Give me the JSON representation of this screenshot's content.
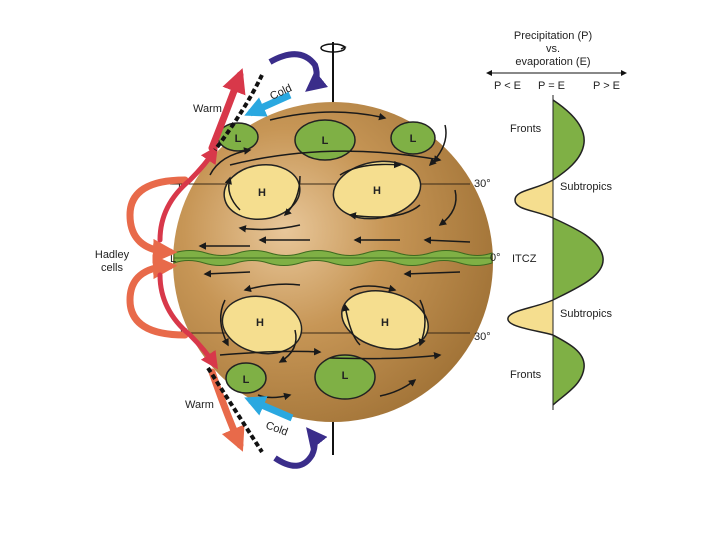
{
  "panel": {
    "title_line1": "Precipitation (P)",
    "title_line2": "vs.",
    "title_line3": "evaporation (E)",
    "left_label": "P < E",
    "mid_label": "P = E",
    "right_label": "P > E",
    "zones": [
      "Fronts",
      "Subtropics",
      "ITCZ",
      "Subtropics",
      "Fronts"
    ]
  },
  "globe": {
    "lat_north": "30°",
    "lat_equator": "0°",
    "lat_south": "30°",
    "low": "L",
    "high": "H"
  },
  "circulation": {
    "hadley_line1": "Hadley",
    "hadley_line2": "cells",
    "warm_north": "Warm",
    "cold_north": "Cold",
    "warm_south": "Warm",
    "cold_south": "Cold"
  },
  "colors": {
    "globe": "#b8894a",
    "high_pressure": "#f5de8f",
    "low_pressure": "#7fb045",
    "warm": "#d8384a",
    "hadley": "#e86a4a",
    "cold": "#2aa8e0",
    "polar": "#3a2d8a",
    "surplus_fill": "#7fb045",
    "deficit_fill": "#f5de8f"
  }
}
